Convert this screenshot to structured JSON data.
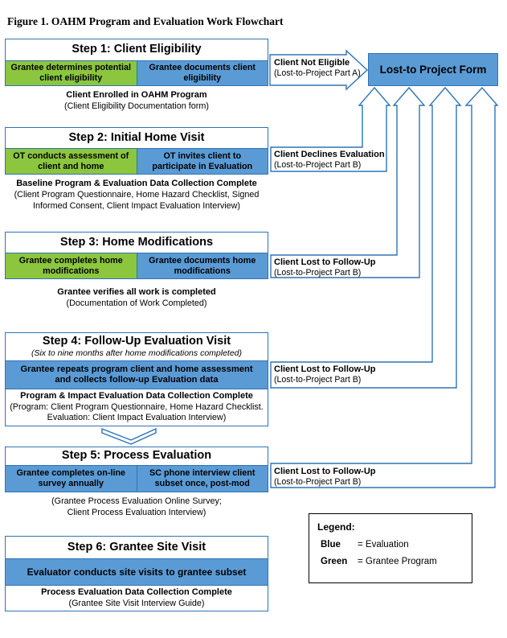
{
  "title": "Figure 1. OAHM Program and Evaluation Work Flowchart",
  "colors": {
    "green": "#8CC63F",
    "blue": "#5B9BD5",
    "outline": "#2E74B5"
  },
  "lost_form": {
    "label": "Lost-to Project Form"
  },
  "steps": [
    {
      "header": "Step 1: Client Eligibility",
      "left": "Grantee determines potential client eligibility",
      "right": "Grantee documents client eligibility",
      "note_bold": "Client Enrolled in OAHM Program",
      "note_lines": [
        "(Client Eligibility Documentation form)"
      ]
    },
    {
      "header": "Step 2: Initial Home Visit",
      "left": "OT conducts assessment of client and home",
      "right": "OT invites client to participate in Evaluation",
      "note_bold": "Baseline Program & Evaluation Data Collection Complete",
      "note_lines": [
        "(Client Program Questionnaire, Home Hazard Checklist, Signed",
        "Informed Consent, Client Impact Evaluation Interview)"
      ]
    },
    {
      "header": "Step 3: Home Modifications",
      "left": "Grantee completes home modifications",
      "right": "Grantee documents home modifications",
      "note_bold": "Grantee verifies all work is completed",
      "note_lines": [
        "(Documentation of Work Completed)"
      ]
    },
    {
      "header": "Step 4: Follow-Up Evaluation Visit",
      "subheader": "(Six to nine months after home modifications completed)",
      "band": "Grantee repeats program client and home assessment and collects follow-up Evaluation data",
      "note_bold": "Program & Impact Evaluation Data Collection Complete",
      "note_lines": [
        "(Program: Client Program Questionnaire, Home Hazard Checklist.",
        "Evaluation:  Client Impact Evaluation Interview)"
      ]
    },
    {
      "header": "Step 5: Process Evaluation",
      "left": "Grantee completes on-line survey annually",
      "right": "SC phone interview client subset once, post-mod",
      "note_lines": [
        "(Grantee Process Evaluation Online Survey;",
        "Client Process Evaluation Interview)"
      ]
    },
    {
      "header": "Step 6: Grantee Site Visit",
      "band": "Evaluator conducts site visits to grantee subset",
      "note_bold": "Process Evaluation Data Collection Complete",
      "note_lines": [
        "(Grantee Site Visit Interview Guide)"
      ]
    }
  ],
  "side_labels": {
    "a": {
      "bold": "Client Not Eligible",
      "sub": "(Lost-to-Project Part A)"
    },
    "b": {
      "bold": "Client Declines Evaluation",
      "sub": "(Lost-to-Project Part B)"
    },
    "c": {
      "bold": "Client Lost to Follow-Up",
      "sub": "(Lost-to-Project Part B)"
    },
    "d": {
      "bold": "Client Lost to Follow-Up",
      "sub": "(Lost-to-Project Part B)"
    },
    "e": {
      "bold": "Client Lost to Follow-Up",
      "sub": "(Lost-to-Project Part B)"
    }
  },
  "legend": {
    "title": "Legend:",
    "items": [
      {
        "term": "Blue",
        "desc": "= Evaluation"
      },
      {
        "term": "Green",
        "desc": "= Grantee Program"
      }
    ]
  }
}
